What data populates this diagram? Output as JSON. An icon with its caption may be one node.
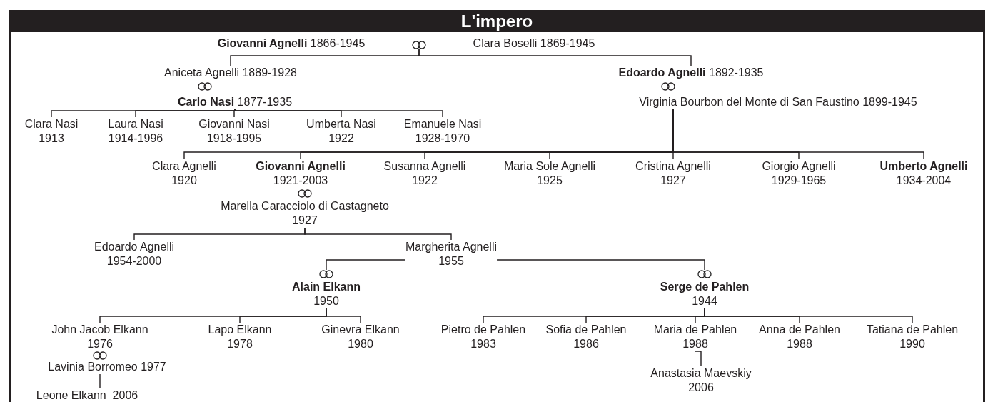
{
  "diagram": {
    "title": "L'impero",
    "nodes": [
      {
        "text": [
          "**Giovanni Agnelli** 1866-1945"
        ]
      },
      {
        "text": [
          "Clara Boselli 1869-1945"
        ]
      },
      {
        "text": [],
        "shape": "rings"
      },
      {
        "text": [
          "Aniceta Agnelli 1889-1928"
        ]
      },
      {
        "text": [
          "**Edoardo Agnelli** 1892-1935"
        ]
      },
      {
        "text": [
          "**Carlo Nasi** 1877-1935"
        ]
      },
      {
        "text": [
          "Virginia Bourbon del Monte di San Faustino 1899-1945"
        ]
      },
      {
        "text": [
          "Clara Nasi",
          "1913"
        ]
      },
      {
        "text": [
          "Laura Nasi",
          "1914-1996"
        ]
      },
      {
        "text": [
          "Giovanni Nasi",
          "1918-1995"
        ]
      },
      {
        "text": [
          "Umberta Nasi",
          "1922"
        ]
      },
      {
        "text": [
          "Emanuele Nasi",
          "1928-1970"
        ]
      },
      {
        "text": [
          "Clara Agnelli",
          "1920"
        ]
      },
      {
        "text": [
          "**Giovanni Agnelli**",
          "1921-2003"
        ]
      },
      {
        "text": [
          "Susanna Agnelli",
          "1922"
        ]
      },
      {
        "text": [
          "Maria Sole Agnelli",
          "1925"
        ]
      },
      {
        "text": [
          "Cristina Agnelli",
          "1927"
        ]
      },
      {
        "text": [
          "Giorgio Agnelli",
          "1929-1965"
        ]
      },
      {
        "text": [
          "**Umberto Agnelli**",
          "1934-2004"
        ]
      },
      {
        "text": [
          "Marella Caracciolo di Castagneto",
          "1927"
        ]
      },
      {
        "text": [
          "Edoardo Agnelli",
          "1954-2000"
        ]
      },
      {
        "text": [
          "Margherita Agnelli",
          "1955"
        ]
      },
      {
        "text": [],
        "shape": "rings"
      },
      {
        "text": [
          "**Alain Elkann**",
          "1950"
        ]
      },
      {
        "text": [],
        "shape": "rings"
      },
      {
        "text": [
          "**Serge de Pahlen**",
          "1944"
        ]
      },
      {
        "text": [
          "John Jacob Elkann",
          "1976"
        ]
      },
      {
        "text": [
          "Lapo Elkann",
          "1978"
        ]
      },
      {
        "text": [
          "Ginevra Elkann",
          "1980"
        ]
      },
      {
        "text": [
          "Lavinia Borromeo 1977"
        ]
      },
      {
        "text": [
          "Leone Elkann  2006"
        ]
      },
      {
        "text": [
          "Pietro de Pahlen",
          "1983"
        ]
      },
      {
        "text": [
          "Sofia de Pahlen",
          "1986"
        ]
      },
      {
        "text": [
          "Maria de Pahlen",
          "1988"
        ]
      },
      {
        "text": [
          "Anna de Pahlen",
          "1988"
        ]
      },
      {
        "text": [
          "Tatiana de Pahlen",
          "1990"
        ]
      },
      {
        "text": [
          "Anastasia Maevskiy",
          "2006"
        ]
      }
    ],
    "edges": [
      {
        "from": 2,
        "to": 3,
        "arrow": "none"
      },
      {
        "from": 2,
        "to": 4,
        "arrow": "none"
      },
      {
        "from": 5,
        "to": 7,
        "arrow": "none"
      },
      {
        "from": 5,
        "to": 8,
        "arrow": "none"
      },
      {
        "from": 5,
        "to": 9,
        "arrow": "none"
      },
      {
        "from": 5,
        "to": 10,
        "arrow": "none"
      },
      {
        "from": 5,
        "to": 11,
        "arrow": "none"
      },
      {
        "from": 6,
        "to": 12,
        "arrow": "none"
      },
      {
        "from": 6,
        "to": 13,
        "arrow": "none"
      },
      {
        "from": 6,
        "to": 14,
        "arrow": "none"
      },
      {
        "from": 6,
        "to": 15,
        "arrow": "none"
      },
      {
        "from": 6,
        "to": 16,
        "arrow": "none"
      },
      {
        "from": 6,
        "to": 17,
        "arrow": "none"
      },
      {
        "from": 6,
        "to": 18,
        "arrow": "none"
      },
      {
        "from": 19,
        "to": 20,
        "arrow": "none"
      },
      {
        "from": 19,
        "to": 21,
        "arrow": "none"
      },
      {
        "from": 21,
        "to": 22,
        "arrow": "none"
      },
      {
        "from": 21,
        "to": 24,
        "arrow": "none"
      },
      {
        "from": 23,
        "to": 26,
        "arrow": "none"
      },
      {
        "from": 23,
        "to": 27,
        "arrow": "none"
      },
      {
        "from": 23,
        "to": 28,
        "arrow": "none"
      },
      {
        "from": 25,
        "to": 31,
        "arrow": "none"
      },
      {
        "from": 25,
        "to": 32,
        "arrow": "none"
      },
      {
        "from": 25,
        "to": 33,
        "arrow": "none"
      },
      {
        "from": 25,
        "to": 34,
        "arrow": "none"
      },
      {
        "from": 25,
        "to": 35,
        "arrow": "none"
      },
      {
        "from": 29,
        "to": 30,
        "arrow": "none"
      },
      {
        "from": 33,
        "to": 36,
        "arrow": "none"
      }
    ]
  }
}
